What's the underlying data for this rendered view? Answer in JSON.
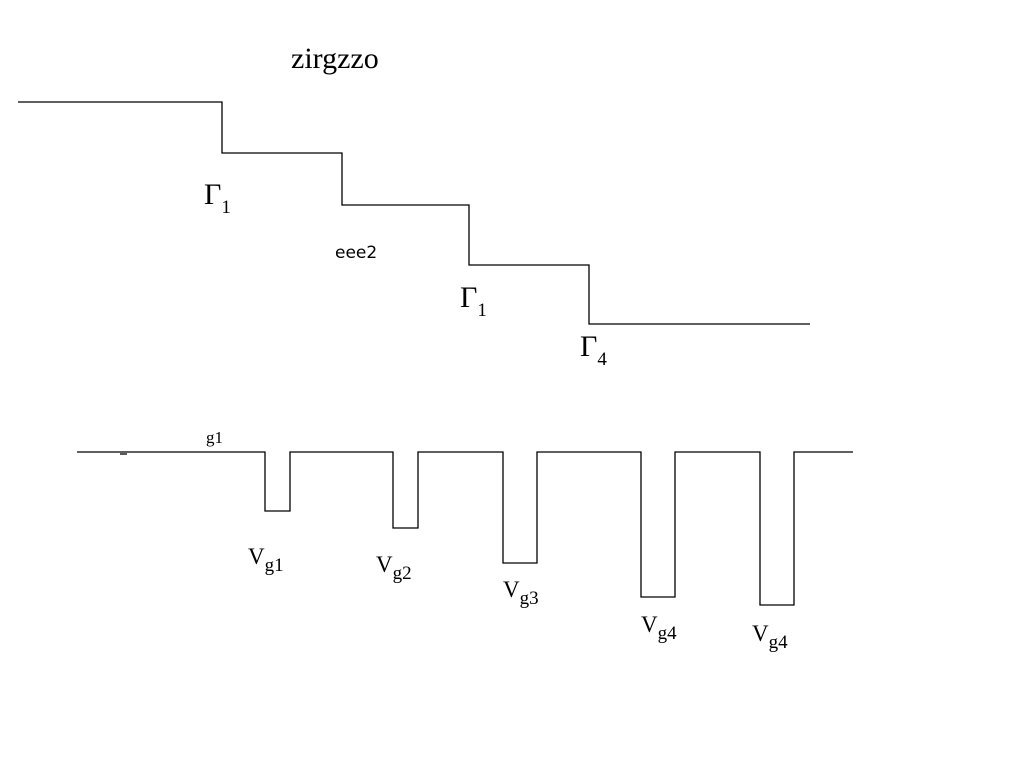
{
  "title": "zirgzzo",
  "staircase": {
    "labels": [
      {
        "symbol": "Γ",
        "sub": "1"
      },
      {
        "symbol": "Γ",
        "sub": "1"
      },
      {
        "symbol": "Γ",
        "sub": "4"
      }
    ],
    "annotation": "eee2"
  },
  "wells": {
    "top_label": "g1",
    "labels": [
      {
        "symbol": "V",
        "sub": "g1"
      },
      {
        "symbol": "V",
        "sub": "g2"
      },
      {
        "symbol": "V",
        "sub": "g3"
      },
      {
        "symbol": "V",
        "sub": "g4"
      },
      {
        "symbol": "V",
        "sub": "g4"
      }
    ]
  }
}
